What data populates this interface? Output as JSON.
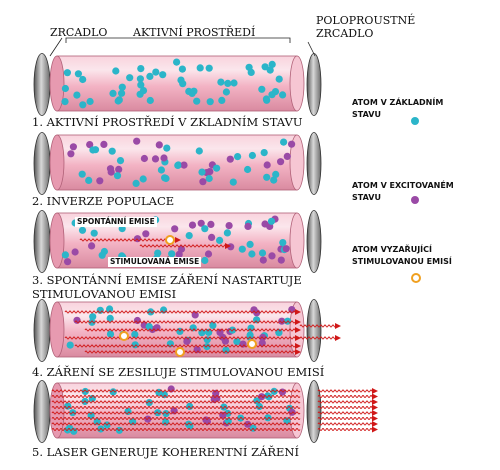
{
  "labels": {
    "mirror": "ZRCADLO",
    "medium": "AKTIVNÍ PROSTŘEDÍ",
    "partial_mirror_l1": "POLOPROUSTNÉ",
    "partial_mirror_l2": "ZRCADLO"
  },
  "steps": [
    {
      "caption": "1. AKTIVNÍ PROSTŘEDÍ V ZKLADNÍM STAVU"
    },
    {
      "caption": "2. INVERZE POPULACE"
    },
    {
      "caption_l1": "3. SPONTÁNNÍ EMISE ZÁŘENÍ NASTARTUJE",
      "caption_l2": "STIMULOVANOU EMISI",
      "tag_spontaneous": "SPONTÁNNÍ EMISE",
      "tag_stimulated": "STIMULOVANÁ EMISE"
    },
    {
      "caption": "4. ZÁŘENÍ SE ZESILUJE STIMULOVANOU EMISÍ"
    },
    {
      "caption": "5. LASER GENERUJE KOHERENTNÍ ZÁŘENÍ"
    }
  ],
  "legend": {
    "ground_l1": "ATOM V ZÁKLADNÍM",
    "ground_l2": "STAVU",
    "excited_l1": "ATOM V EXCITOVANÉM",
    "excited_l2": "STAVU",
    "emitting_l1": "ATOM VYZAŘUJÍCÍ",
    "emitting_l2": "STIMULOVANOU EMISÍ"
  },
  "colors": {
    "ground_atom": "#2bb5c9",
    "excited_atom": "#9a4aa6",
    "emitting_atom": "#f0a020",
    "radiation": "#d01818",
    "tube": "#f4b8c8",
    "mirror": "#8a8a8a"
  }
}
